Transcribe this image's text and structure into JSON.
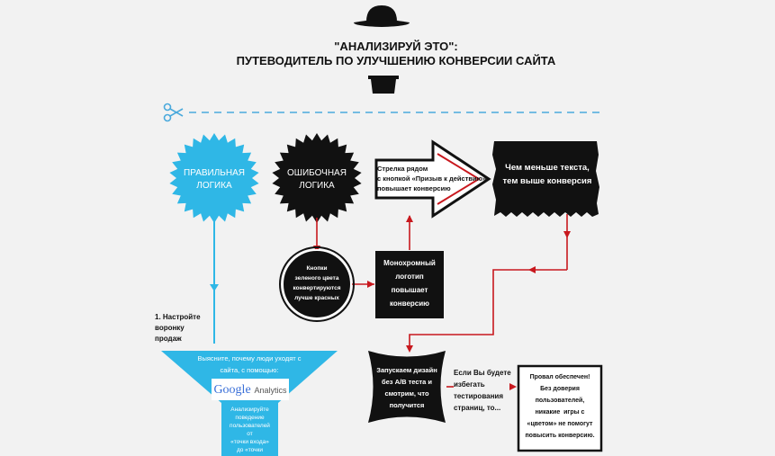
{
  "header": {
    "title_line1": "\"АНАЛИЗИРУЙ ЭТО\":",
    "title_line2": "ПУТЕВОДИТЕЛЬ ПО УЛУЧШЕНИЮ КОНВЕРСИИ САЙТА"
  },
  "colors": {
    "background": "#f2f2f2",
    "blue": "#2fb7e6",
    "red": "#c8181e",
    "black": "#111111",
    "dashed_line": "#4aa9dc"
  },
  "icons": {
    "hat": "bowler-hat-icon",
    "hat_bottom": "hat-icon",
    "scissors": "scissors-icon"
  },
  "nodes": {
    "right_logic": "ПРАВИЛЬНАЯ\nЛОГИКА",
    "wrong_logic": "ОШИБОЧНАЯ\nЛОГИКА",
    "arrow_note": "Стрелка рядом\nс кнопкой «Призыв к действию»\nповышает конверсию",
    "less_text": "Чем меньше текста,\nтем выше конверсия",
    "green_buttons": "Кнопки\nзеленого цвета\nконвертируются\nлучше красных",
    "mono_logo": "Монохромный\nлоготип\nповышает\nконверсию",
    "ab_launch": "Запускаем дизайн\nбез A/B теста и\nсмотрим, что\nполучится",
    "avoid_testing": "Если Вы будете\nизбегать\nтестирования\nстраниц, то...",
    "failure": "Провал обеспечен!\nБез доверия\nпользователей,\nникакие  игры с\n«цветом» не помогут\nповысить конверсию.",
    "step1": "1. Настройте\nворонку\nпродаж",
    "funnel_top": "Выясните, почему люди уходят с\nсайта, с помощью:",
    "google_word": "Google",
    "analytics_word": "Analytics",
    "funnel_bottom": "Анализируйте\nповедение\nпользователей\nот\n«точки входа»\nдо «точки"
  }
}
